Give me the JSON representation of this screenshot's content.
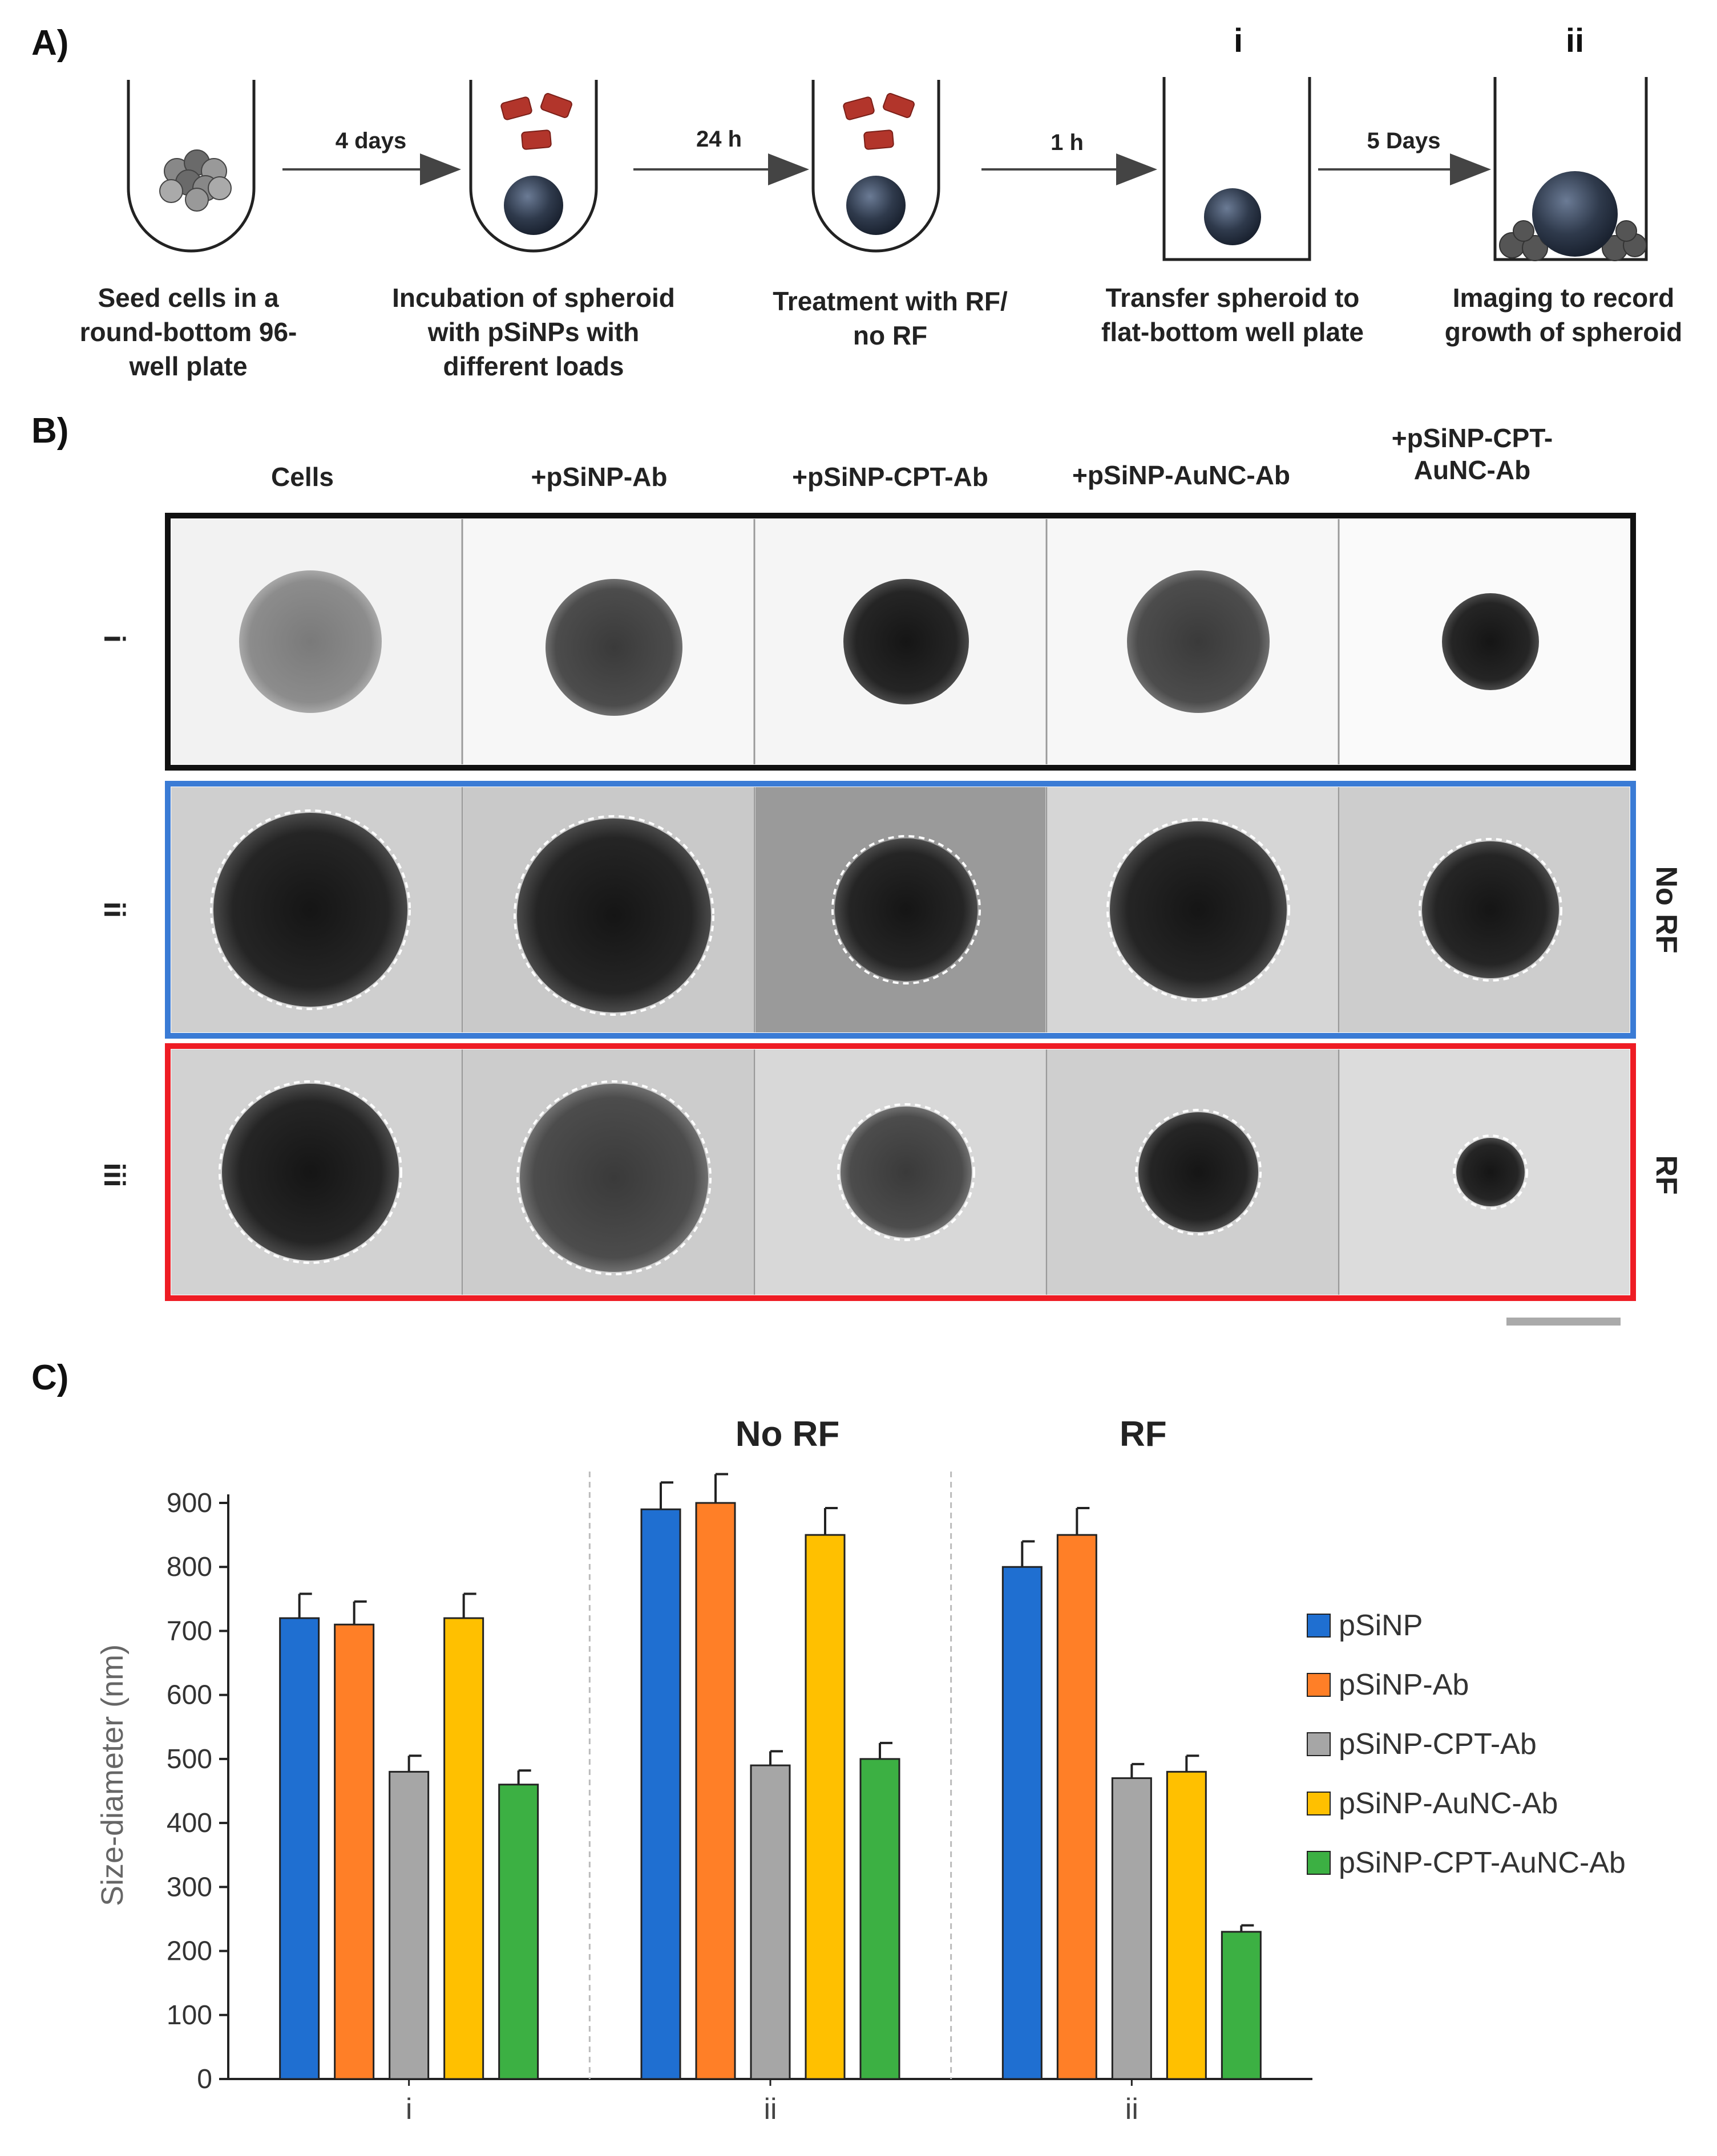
{
  "panelA": {
    "label": "A)",
    "steps": [
      {
        "caption_lines": [
          "Seed cells in a",
          "round-bottom 96-",
          "well plate"
        ]
      },
      {
        "caption_lines": [
          "Incubation of spheroid",
          "with pSiNPs with",
          "different loads"
        ]
      },
      {
        "caption_lines": [
          "Treatment with RF/",
          "no RF"
        ]
      },
      {
        "caption_lines": [
          "Transfer spheroid to",
          "flat-bottom well plate"
        ],
        "roman": "i"
      },
      {
        "caption_lines": [
          "Imaging to record",
          "growth of spheroid"
        ],
        "roman": "ii"
      }
    ],
    "arrows": [
      "4 days",
      "24 h",
      "1 h",
      "5 Days"
    ]
  },
  "panelB": {
    "label": "B)",
    "columns": [
      "Cells",
      "+pSiNP-Ab",
      "+pSiNP-CPT-Ab",
      "+pSiNP-AuNC-Ab",
      "+pSiNP-CPT-AuNC-Ab"
    ],
    "column_lines": [
      [
        "Cells"
      ],
      [
        "+pSiNP-Ab"
      ],
      [
        "+pSiNP-CPT-Ab"
      ],
      [
        "+pSiNP-AuNC-Ab"
      ],
      [
        "+pSiNP-CPT-",
        "AuNC-Ab"
      ]
    ],
    "rows": [
      {
        "roman": "i",
        "side": "",
        "border": "#111111"
      },
      {
        "roman": "ii",
        "side": "No RF",
        "border": "#3a7bd5"
      },
      {
        "roman": "iii",
        "side": "RF",
        "border": "#ee1c24"
      }
    ]
  },
  "panelC": {
    "label": "C)",
    "chart_data": {
      "type": "bar",
      "ylabel": "Size-diameter (nm)",
      "ylim": [
        0,
        900
      ],
      "yticks": [
        0,
        100,
        200,
        300,
        400,
        500,
        600,
        700,
        800,
        900
      ],
      "categories": [
        "i",
        "ii",
        "ii"
      ],
      "group_titles": [
        "",
        "No RF",
        "RF"
      ],
      "series": [
        {
          "name": "pSiNP",
          "color": "#1f6fd1",
          "values": [
            720,
            890,
            800
          ],
          "errors": [
            38,
            42,
            40
          ]
        },
        {
          "name": "pSiNP-Ab",
          "color": "#ff7f27",
          "values": [
            710,
            900,
            850
          ],
          "errors": [
            36,
            45,
            42
          ]
        },
        {
          "name": "pSiNP-CPT-Ab",
          "color": "#a6a6a6",
          "values": [
            480,
            490,
            470
          ],
          "errors": [
            25,
            22,
            22
          ]
        },
        {
          "name": "pSiNP-AuNC-Ab",
          "color": "#ffc000",
          "values": [
            720,
            850,
            480
          ],
          "errors": [
            38,
            42,
            25
          ]
        },
        {
          "name": "pSiNP-CPT-AuNC-Ab",
          "color": "#3cb043",
          "values": [
            460,
            500,
            230
          ],
          "errors": [
            22,
            25,
            10
          ]
        }
      ],
      "legend_position": "right"
    }
  }
}
